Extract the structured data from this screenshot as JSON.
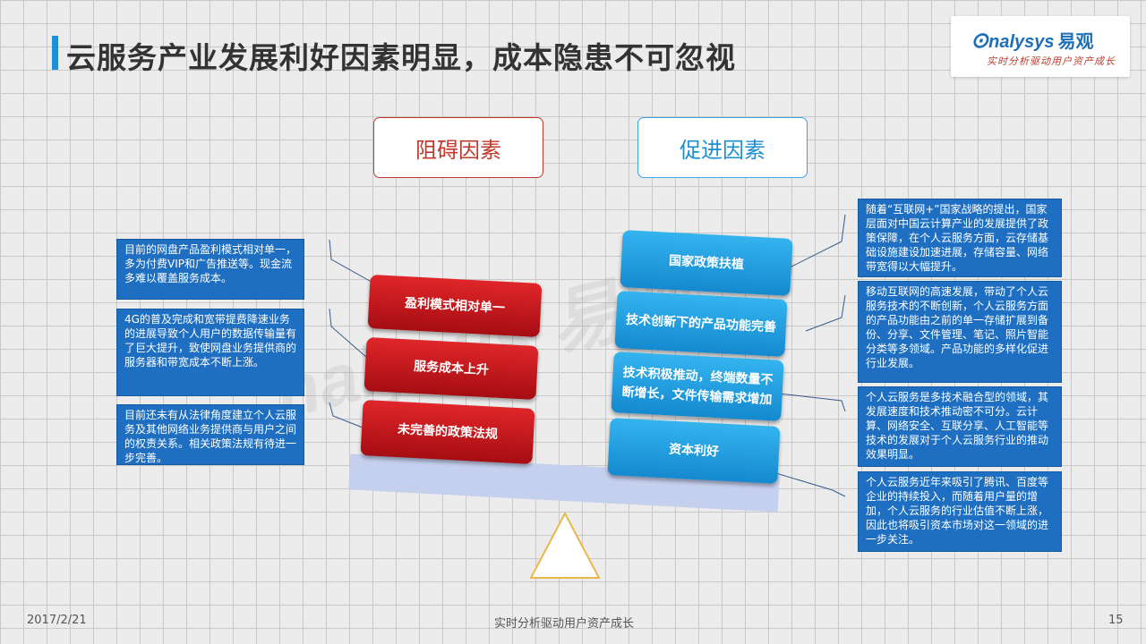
{
  "title": "云服务产业发展利好因素明显，成本隐患不可忽视",
  "logo": {
    "brand": "nalysys",
    "brand_cn": "易观",
    "slogan": "实时分析驱动用户资产成长"
  },
  "left_header": "阻碍因素",
  "right_header": "促进因素",
  "left_factors": [
    {
      "label": "盈利模式相对单一",
      "desc": "目前的网盘产品盈利模式相对单一，多为付费VIP和广告推送等。现金流多难以覆盖服务成本。"
    },
    {
      "label": "服务成本上升",
      "desc": "4G的普及完成和宽带提费降速业务的进展导致个人用户的数据传输量有了巨大提升，致使网盘业务提供商的服务器和带宽成本不断上涨。"
    },
    {
      "label": "未完善的政策法规",
      "desc": "目前还未有从法律角度建立个人云服务及其他网络业务提供商与用户之间的权责关系。相关政策法规有待进一步完善。"
    }
  ],
  "right_factors": [
    {
      "label": "国家政策扶植",
      "desc": "随着“互联网+”国家战略的提出，国家层面对中国云计算产业的发展提供了政策保障，在个人云服务方面，云存储基础设施建设加速进展，存储容量、网络带宽得以大幅提升。"
    },
    {
      "label": "技术创新下的产品功能完善",
      "desc": "移动互联网的高速发展，带动了个人云服务技术的不断创新，个人云服务方面的产品功能由之前的单一存储扩展到备份、分享、文件管理、笔记、照片智能分类等多领域。产品功能的多样化促进行业发展。"
    },
    {
      "label": "技术积极推动，终端数量不断增长，文件传输需求增加",
      "desc": "个人云服务是多技术融合型的领域，其发展速度和技术推动密不可分。云计算、网络安全、互联分享、人工智能等技术的发展对于个人云服务行业的推动效果明显。"
    },
    {
      "label": "资本利好",
      "desc": "个人云服务近年来吸引了腾讯、百度等企业的持续投入，而随着用户量的增加，个人云服务的行业估值不断上涨，因此也将吸引资本市场对这一领域的进一步关注。"
    }
  ],
  "footer": {
    "date": "2017/2/21",
    "center": "实时分析驱动用户资产成长",
    "page": "15"
  },
  "colors": {
    "accent": "#1e8fd6",
    "red": "#c0392b",
    "blue": "#1e6fc1"
  }
}
